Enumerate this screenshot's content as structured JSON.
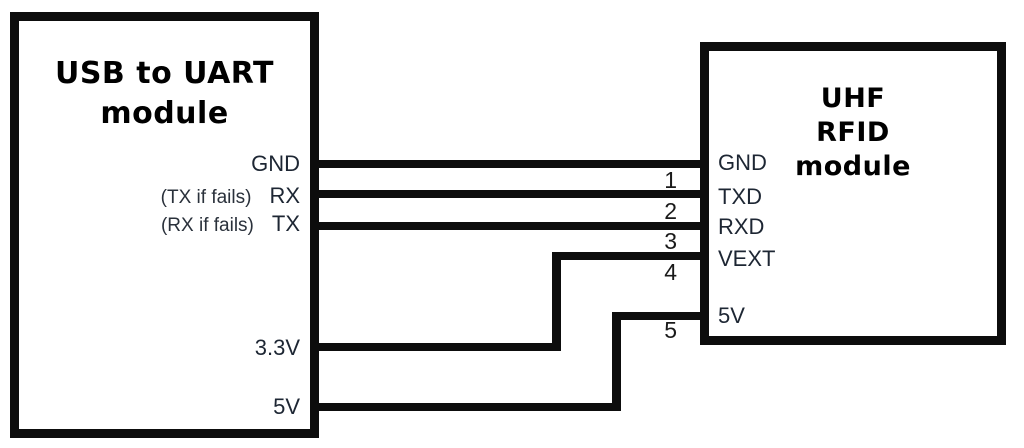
{
  "left_module": {
    "title_line1": "USB to UART",
    "title_line2": "module",
    "pins": [
      {
        "label": "GND"
      },
      {
        "label": "RX",
        "annotation": "(TX if fails)"
      },
      {
        "label": "TX",
        "annotation": "(RX if fails)"
      },
      {
        "label": "3.3V"
      },
      {
        "label": "5V"
      }
    ]
  },
  "right_module": {
    "title_line1": "UHF",
    "title_line2": "RFID",
    "title_line3": "module",
    "pins": [
      {
        "number": "1",
        "label": "GND"
      },
      {
        "number": "2",
        "label": "TXD"
      },
      {
        "number": "3",
        "label": "RXD"
      },
      {
        "number": "4",
        "label": "VEXT"
      },
      {
        "number": "5",
        "label": "5V"
      }
    ]
  },
  "connections": [
    {
      "pin_number": "1",
      "from": "GND",
      "to": "GND",
      "shape": "straight"
    },
    {
      "pin_number": "2",
      "from": "RX",
      "to": "TXD",
      "shape": "straight"
    },
    {
      "pin_number": "3",
      "from": "TX",
      "to": "RXD",
      "shape": "straight"
    },
    {
      "pin_number": "4",
      "from": "3.3V",
      "to": "VEXT",
      "shape": "elbow"
    },
    {
      "pin_number": "5",
      "from": "5V",
      "to": "5V",
      "shape": "elbow"
    }
  ],
  "colors": {
    "background": "#ffffff",
    "box_border": "#0d0d0d",
    "wire": "#0d0d0d",
    "title_text": "#000000",
    "pin_text": "#1d2633",
    "number_text": "#1a1a1a"
  }
}
